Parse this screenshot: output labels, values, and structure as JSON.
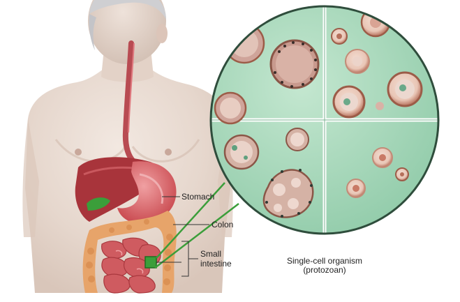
{
  "labels": {
    "stomach": "Stomach",
    "colon": "Colon",
    "small_intestine_line1": "Small",
    "small_intestine_line2": "intestine"
  },
  "caption": {
    "line1": "Single-cell organism",
    "line2": "(protozoan)"
  },
  "colors": {
    "background": "#ffffff",
    "skin": "#e9dcd3",
    "hair": "#cfcfd2",
    "esophagus": "#b84b52",
    "stomach": "#d35a5f",
    "liver": "#a8343b",
    "intestine": "#cf5b60",
    "colon": "#e7a46a",
    "highlight": "#3b9e3a",
    "magnifier_bg": "#a8d8bd",
    "magnifier_border": "#2f4d3c",
    "cell_ring": "#9c5c48"
  }
}
